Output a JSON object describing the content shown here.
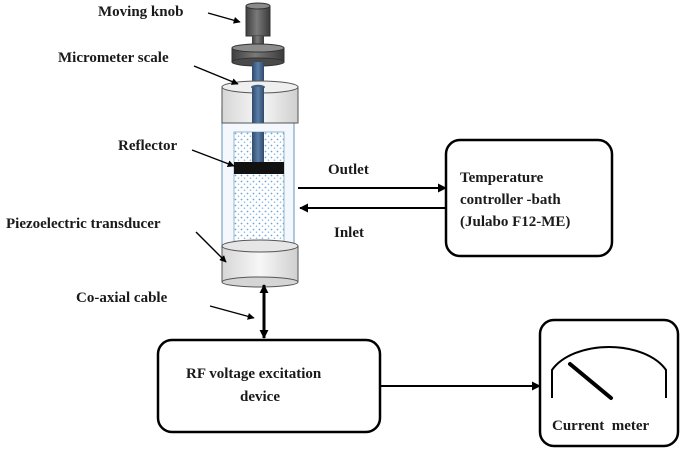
{
  "labels": {
    "moving_knob": "Moving knob",
    "micrometer_scale": "Micrometer scale",
    "reflector": "Reflector",
    "piezoelectric_transducer": "Piezoelectric transducer",
    "coaxial_cable": "Co-axial cable",
    "outlet": "Outlet",
    "inlet": "Inlet"
  },
  "boxes": {
    "temperature_bath": {
      "line1": "Temperature",
      "line2": "controller -bath",
      "line3": "(Julabo F12-ME)"
    },
    "rf_device": {
      "line1": "RF voltage excitation",
      "line2": "device"
    },
    "current_meter": {
      "label": "Current  meter"
    }
  },
  "colors": {
    "knob_dark": "#5c5c5c",
    "rod_blue": "#3f5f86",
    "water_dots": "#6fa8d8",
    "reflector": "#111111",
    "tube_outline": "#7aa6c8"
  }
}
